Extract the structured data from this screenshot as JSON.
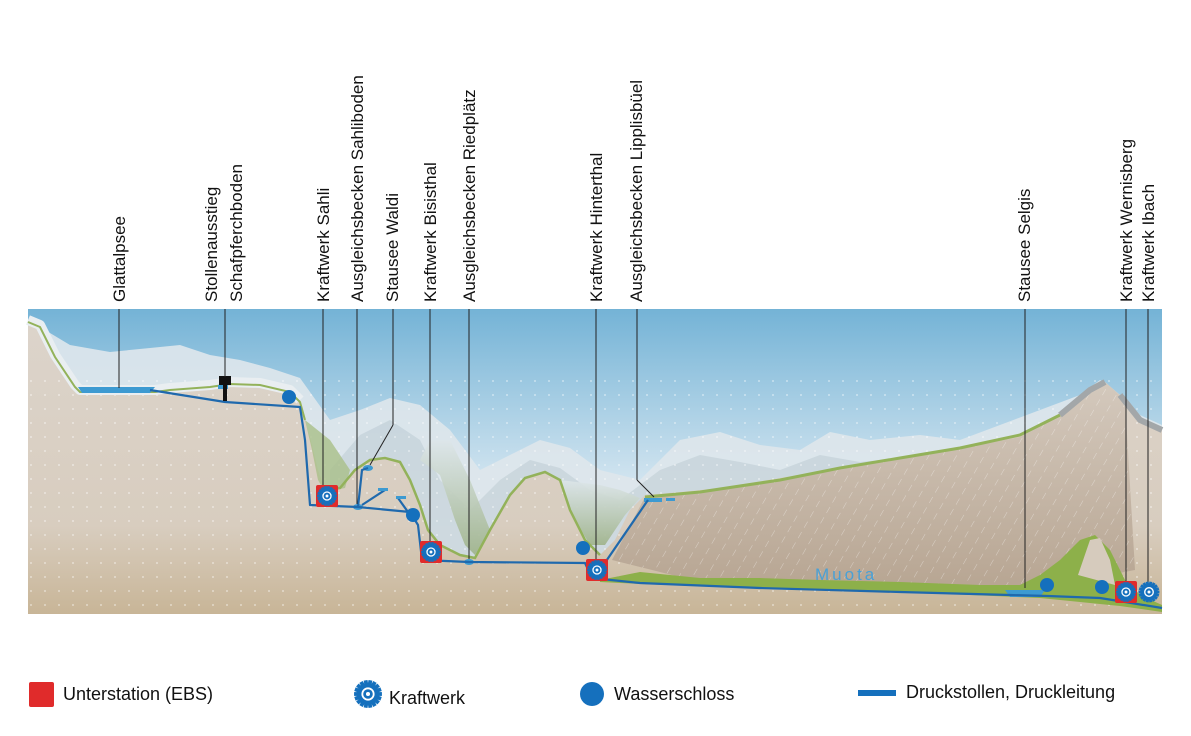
{
  "diagram": {
    "river_label": "Muota",
    "colors": {
      "sky_top": "#74b3d6",
      "sky_bottom": "#ffffff",
      "rock": "#d6cbbd",
      "rock_dark": "#c2b29e",
      "snow": "#e8eef2",
      "mountain_grey": "#b9c6cd",
      "vegetation": "#8db04a",
      "water": "#3d9ad1",
      "pipe": "#1f69ad",
      "substation": "#e02b2b",
      "plant_blue": "#1570bd",
      "leader_line": "#222222"
    },
    "locations": [
      {
        "name": "Glattalpsee",
        "lines": [
          "Glattalpsee"
        ]
      },
      {
        "name": "Stollenausstieg Schafpferchboden",
        "lines": [
          "Stollenausstieg",
          "Schafpferchboden"
        ]
      },
      {
        "name": "Kraftwerk Sahli",
        "lines": [
          "Kraftwerk Sahli"
        ]
      },
      {
        "name": "Ausgleichsbecken Sahliboden",
        "lines": [
          "Ausgleichsbecken Sahliboden"
        ]
      },
      {
        "name": "Stausee Waldi",
        "lines": [
          "Stausee Waldi"
        ]
      },
      {
        "name": "Kraftwerk Bisisthal",
        "lines": [
          "Kraftwerk Bisisthal"
        ]
      },
      {
        "name": "Ausgleichsbecken Riedplätz",
        "lines": [
          "Ausgleichsbecken Riedplätz"
        ]
      },
      {
        "name": "Kraftwerk Hinterthal",
        "lines": [
          "Kraftwerk Hinterthal"
        ]
      },
      {
        "name": "Ausgleichsbecken Lipplisbüel",
        "lines": [
          "Ausgleichsbecken Lipplisbüel"
        ]
      },
      {
        "name": "Stausee Selgis",
        "lines": [
          "Stausee Selgis"
        ]
      },
      {
        "name": "Kraftwerk Wernisberg",
        "lines": [
          "Kraftwerk Wernisberg"
        ]
      },
      {
        "name": "Kraftwerk Ibach",
        "lines": [
          "Kraftwerk Ibach"
        ]
      }
    ]
  },
  "legend": {
    "substation": "Unterstation (EBS)",
    "power_plant": "Kraftwerk",
    "surge_tank": "Wasserschloss",
    "pressure_pipe": "Druckstollen, Druckleitung"
  }
}
